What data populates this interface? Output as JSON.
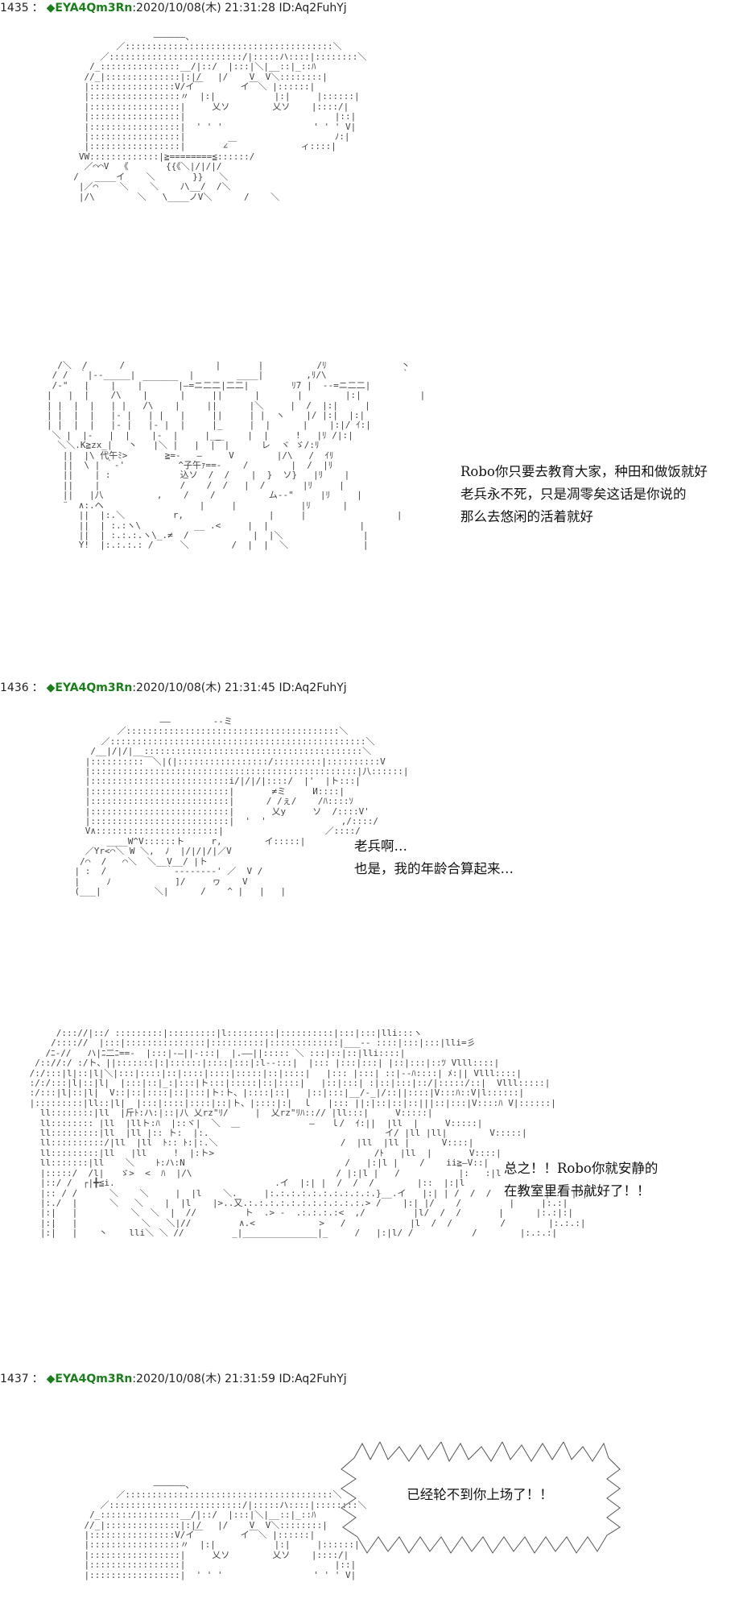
{
  "posts": [
    {
      "number": "1435",
      "separator": "：",
      "diamond": "◆",
      "name": "EYA4Qm3Rn",
      "datetime": ":2020/10/08(木) 21:31:28 ID:Aq2FuhYj",
      "dialogue": [
        "Robo你只要去教育大家，种田和做饭就好",
        "老兵永不死，只是凋零矣这话是你说的",
        "那么去悠闲的活着就好"
      ]
    },
    {
      "number": "1436",
      "separator": "：",
      "diamond": "◆",
      "name": "EYA4Qm3Rn",
      "datetime": ":2020/10/08(木) 21:31:45 ID:Aq2FuhYj",
      "dialogue_a": [
        "老兵啊…",
        "也是，我的年龄合算起来…"
      ],
      "dialogue_b": [
        "总之！！Robo你就安静的",
        "在教室里看书就好了！！"
      ]
    },
    {
      "number": "1437",
      "separator": "：",
      "diamond": "◆",
      "name": "EYA4Qm3Rn",
      "datetime": ":2020/10/08(木) 21:31:59 ID:Aq2FuhYj",
      "shout": "已经轮不到你上场了！！"
    }
  ]
}
